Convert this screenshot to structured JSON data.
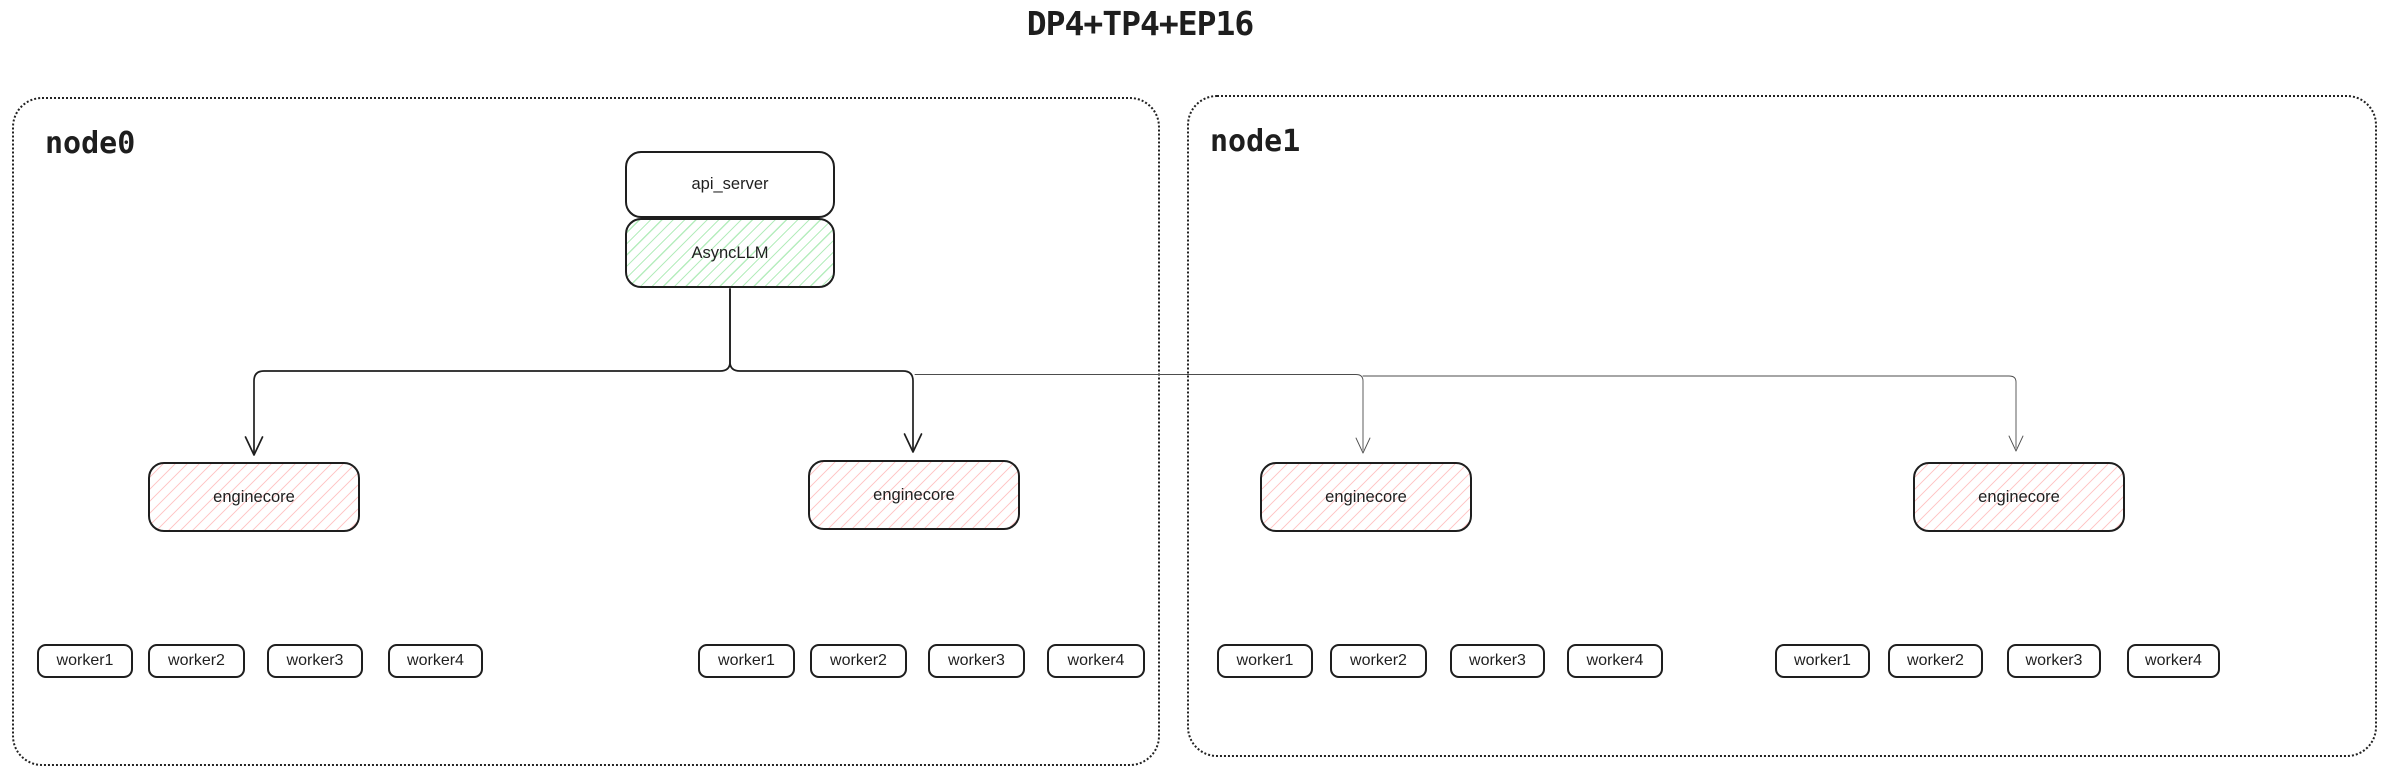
{
  "title": "DP4+TP4+EP16",
  "node0": {
    "label": "node0",
    "api_server_label": "api_server",
    "async_llm_label": "AsyncLLM",
    "enginecore1_label": "enginecore",
    "enginecore2_label": "enginecore",
    "workers_a": [
      "worker1",
      "worker2",
      "worker3",
      "worker4"
    ],
    "workers_b": [
      "worker1",
      "worker2",
      "worker3",
      "worker4"
    ]
  },
  "node1": {
    "label": "node1",
    "enginecore1_label": "enginecore",
    "enginecore2_label": "enginecore",
    "workers_a": [
      "worker1",
      "worker2",
      "worker3",
      "worker4"
    ],
    "workers_b": [
      "worker1",
      "worker2",
      "worker3",
      "worker4"
    ]
  },
  "colors": {
    "stroke": "#1e1e1e",
    "green_hatch": "#b5edbd",
    "red_hatch": "#ffc9c9",
    "thin_line": "#4d4d4d"
  }
}
